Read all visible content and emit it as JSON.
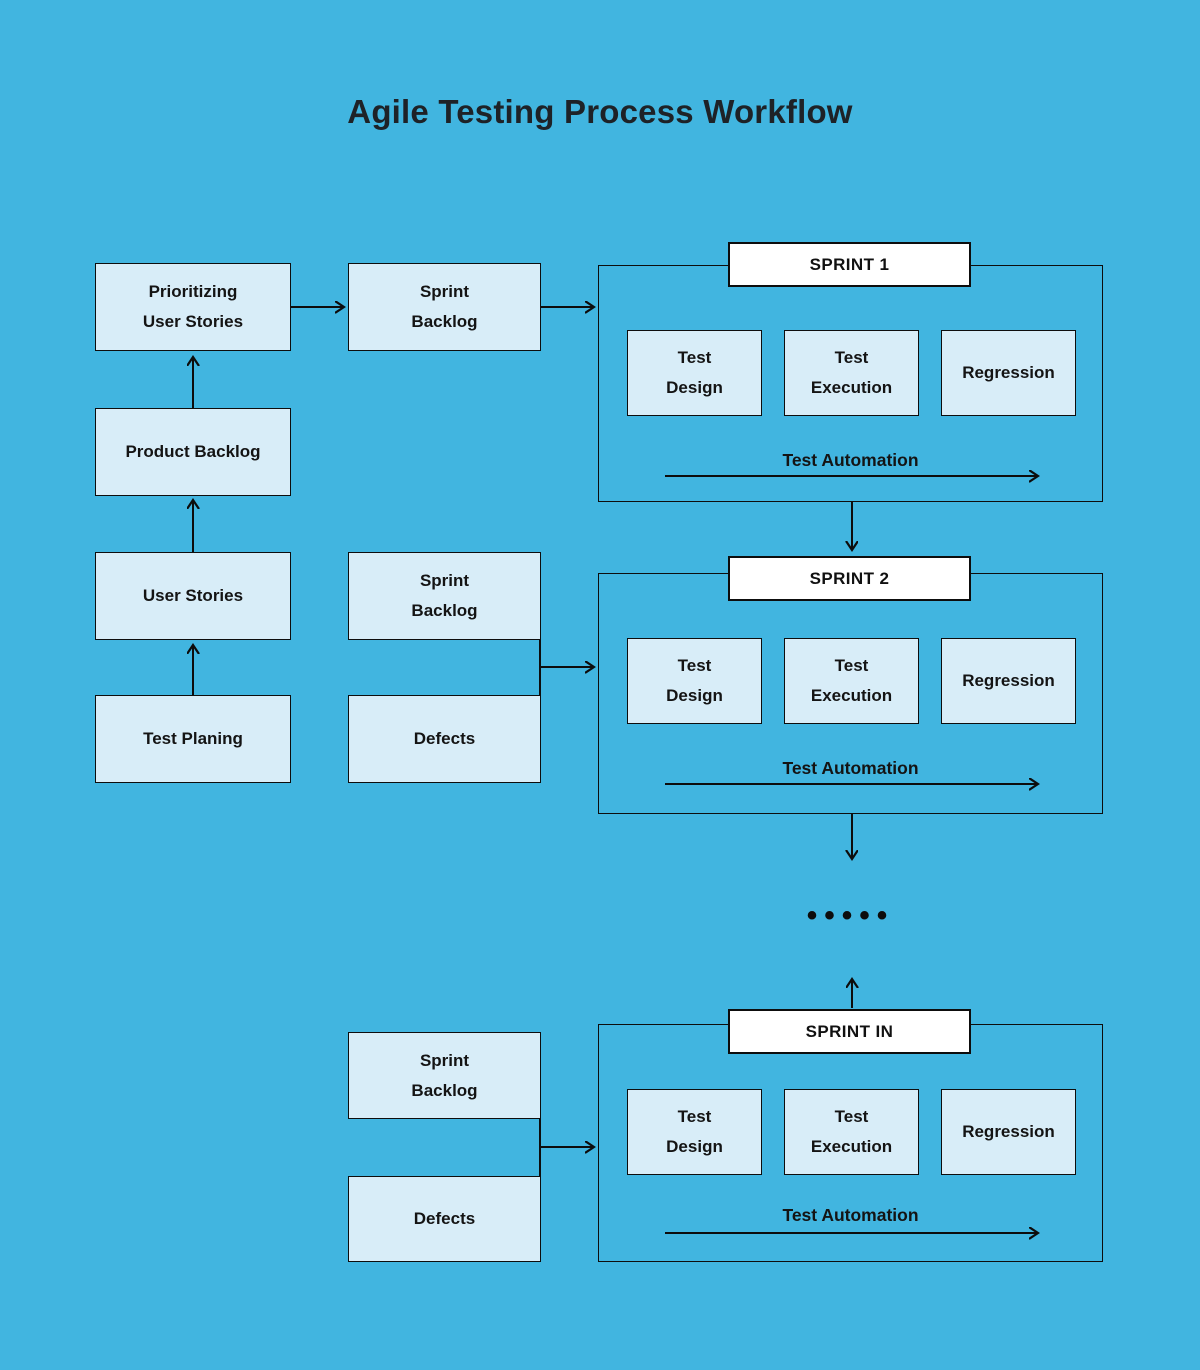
{
  "header": {
    "title": "Agile Testing Process Workflow"
  },
  "colors": {
    "background": "#41b5e0",
    "box_fill": "#d8edf8",
    "label_fill": "#ffffff",
    "line": "#0d0d0d"
  },
  "flow": {
    "prioritizing": "Prioritizing\nUser Stories",
    "product_backlog": "Product Backlog",
    "user_stories": "User Stories",
    "test_planning": "Test Planing",
    "sprint_backlog_top": "Sprint\nBacklog",
    "sprint_backlog_mid": "Sprint\nBacklog",
    "defects_mid": "Defects",
    "sprint_backlog_bottom": "Sprint\nBacklog",
    "defects_bottom": "Defects"
  },
  "sprints": [
    {
      "title": "SPRINT 1",
      "test_design": "Test\nDesign",
      "test_execution": "Test\nExecution",
      "regression": "Regression",
      "automation": "Test Automation"
    },
    {
      "title": "SPRINT 2",
      "test_design": "Test\nDesign",
      "test_execution": "Test\nExecution",
      "regression": "Regression",
      "automation": "Test Automation"
    },
    {
      "title": "SPRINT IN",
      "test_design": "Test\nDesign",
      "test_execution": "Test\nExecution",
      "regression": "Regression",
      "automation": "Test Automation"
    }
  ],
  "ellipsis": {
    "dots": "•••••"
  }
}
